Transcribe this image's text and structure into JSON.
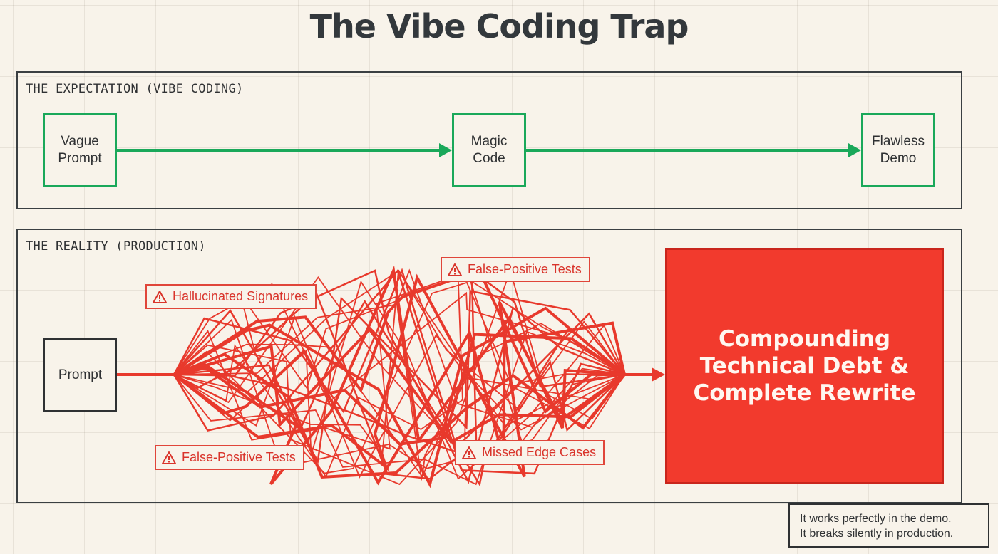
{
  "title": "The Vibe Coding Trap",
  "expectation": {
    "label": "THE EXPECTATION (VIBE CODING)",
    "nodes": [
      "Vague\nPrompt",
      "Magic\nCode",
      "Flawless\nDemo"
    ]
  },
  "reality": {
    "label": "THE REALITY (PRODUCTION)",
    "prompt": "Prompt",
    "warnings": [
      "Hallucinated Signatures",
      "False-Positive Tests",
      "False-Positive Tests",
      "Missed Edge Cases"
    ],
    "outcome": "Compounding\nTechnical Debt &\nComplete Rewrite"
  },
  "caption": {
    "line1": "It works perfectly in the demo.",
    "line2": "It breaks silently in production."
  },
  "colors": {
    "success": "#1aa85a",
    "danger": "#e8392c",
    "danger_fill": "#f23a2d",
    "ink": "#2f3133",
    "paper": "#f8f3ea"
  },
  "icons": {
    "warning": "warning-triangle-icon"
  }
}
